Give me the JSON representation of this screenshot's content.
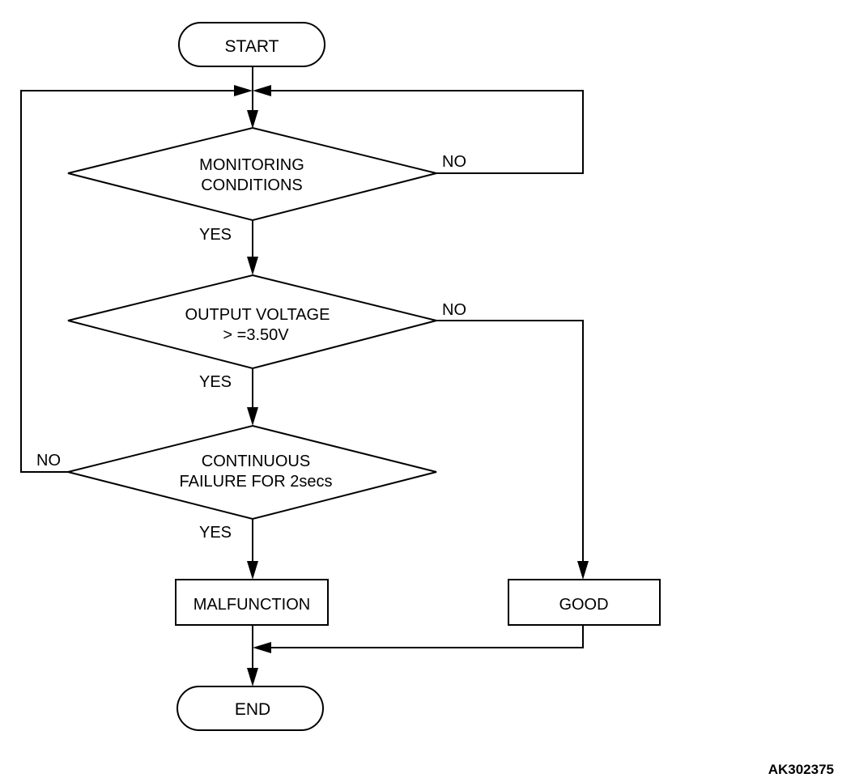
{
  "nodes": {
    "start": "START",
    "monitoring_line1": "MONITORING",
    "monitoring_line2": "CONDITIONS",
    "voltage_line1": "OUTPUT VOLTAGE",
    "voltage_line2": "> =3.50V",
    "continuous_line1": "CONTINUOUS",
    "continuous_line2": "FAILURE FOR 2secs",
    "malfunction": "MALFUNCTION",
    "good": "GOOD",
    "end": "END"
  },
  "edges": {
    "monitoring_no": "NO",
    "monitoring_yes": "YES",
    "voltage_no": "NO",
    "voltage_yes": "YES",
    "continuous_no": "NO",
    "continuous_yes": "YES"
  },
  "figure_id": "AK302375"
}
